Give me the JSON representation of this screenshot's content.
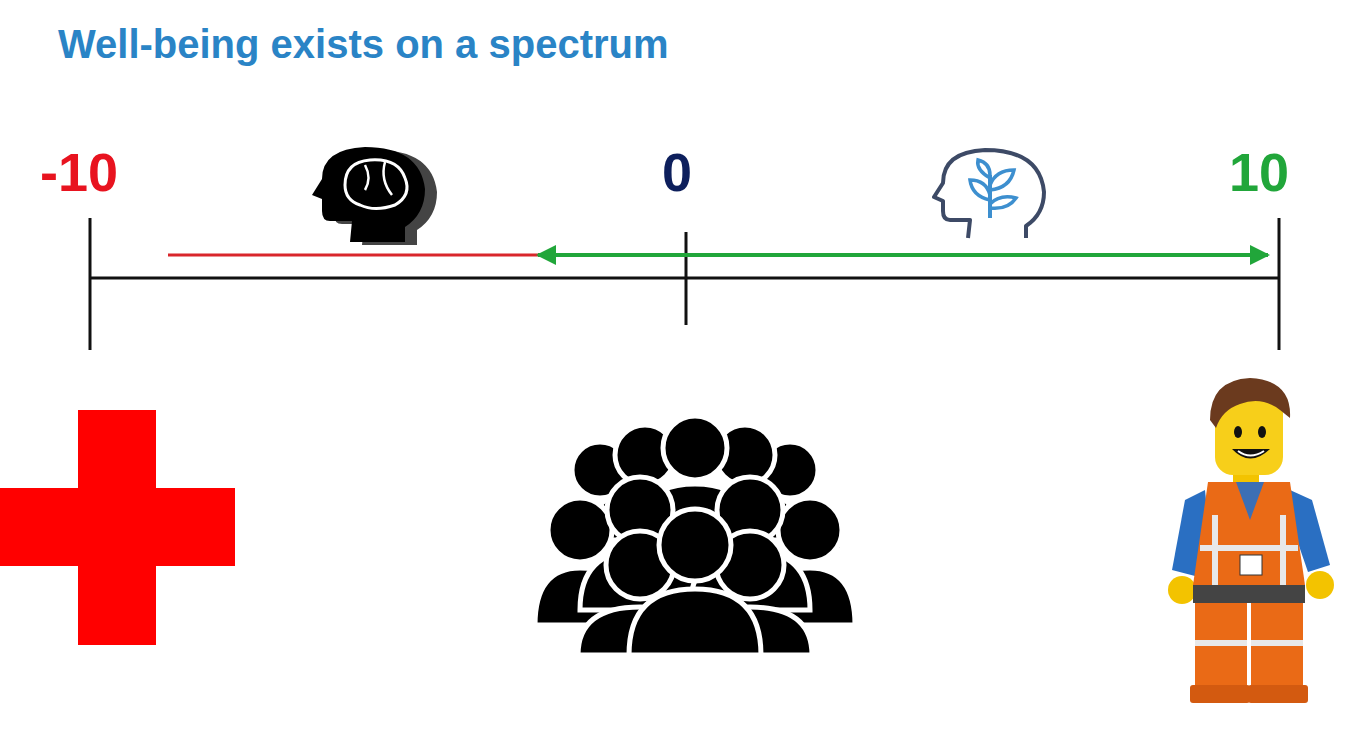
{
  "diagram": {
    "title": "Well-being exists on a spectrum",
    "labels": [
      "-10",
      "0",
      "10"
    ]
  }
}
